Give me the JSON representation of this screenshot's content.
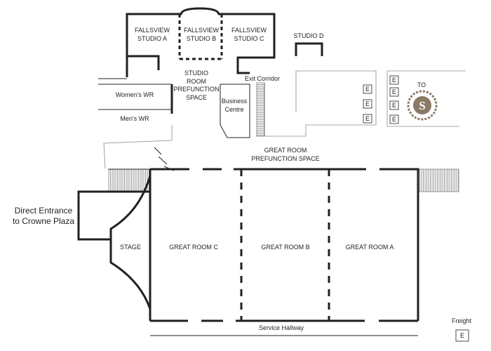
{
  "rooms": {
    "studio_a": [
      "FALLSVIEW",
      "STUDIO A"
    ],
    "studio_b": [
      "FALLSVIEW",
      "STUDIO B"
    ],
    "studio_c": [
      "FALLSVIEW",
      "STUDIO C"
    ],
    "studio_d": "STUDIO D",
    "studio_prefunction": [
      "STUDIO",
      "ROOM",
      "PREFUNCTION",
      "SPACE"
    ],
    "exit_corridor": "Exit Corridor",
    "business_centre": [
      "Business",
      "Centre"
    ],
    "womens_wr": "Women's WR",
    "mens_wr": "Men's WR",
    "great_room_prefunction": [
      "GREAT ROOM",
      "PREFUNCTION SPACE"
    ],
    "direct_entrance": [
      "Direct Entrance",
      "to Crowne Plaza"
    ],
    "stage": "STAGE",
    "great_room_c": "GREAT ROOM C",
    "great_room_b": "GREAT ROOM B",
    "great_room_a": "GREAT ROOM A",
    "service_hallway": "Service Hallway",
    "freight": "Freight",
    "to_label": "TO"
  },
  "elevator_label": "E",
  "logo": {
    "letter": "S",
    "color": "#8a7a65"
  }
}
